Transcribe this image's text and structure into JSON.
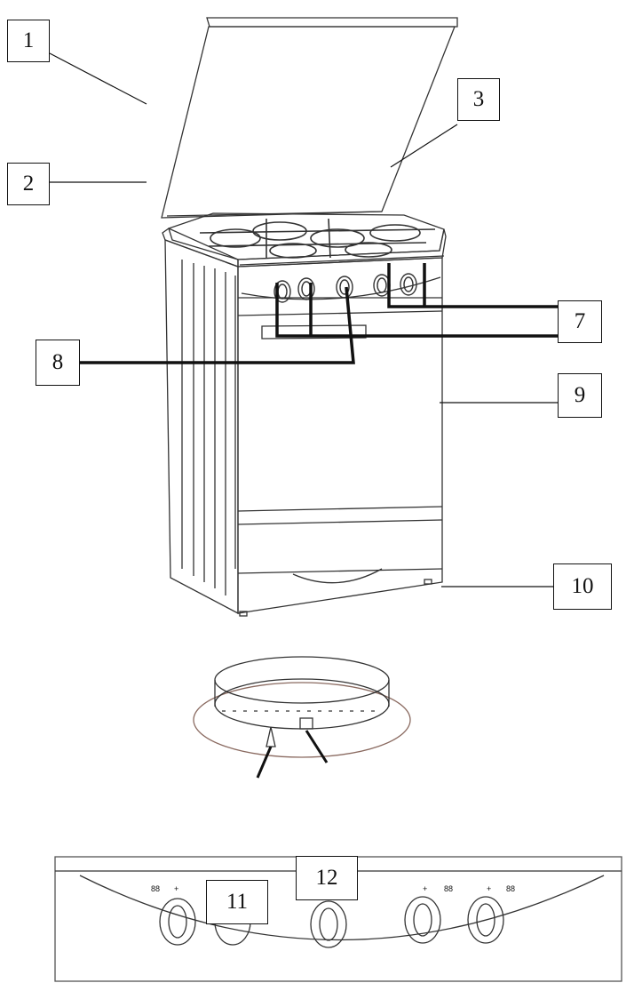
{
  "labels": {
    "l1": "1",
    "l2": "2",
    "l3": "3",
    "l7": "7",
    "l8": "8",
    "l9": "9",
    "l10": "10",
    "l11": "11",
    "l12": "12"
  },
  "parts": [
    "cooker-lid",
    "lid-hinge",
    "hob-grid",
    "control-knobs",
    "oven-door-handle",
    "oven-door",
    "storage-drawer",
    "gas-burner",
    "control-panel"
  ],
  "colors": {
    "stroke": "#111111",
    "outline": "#555555",
    "background": "#ffffff"
  }
}
